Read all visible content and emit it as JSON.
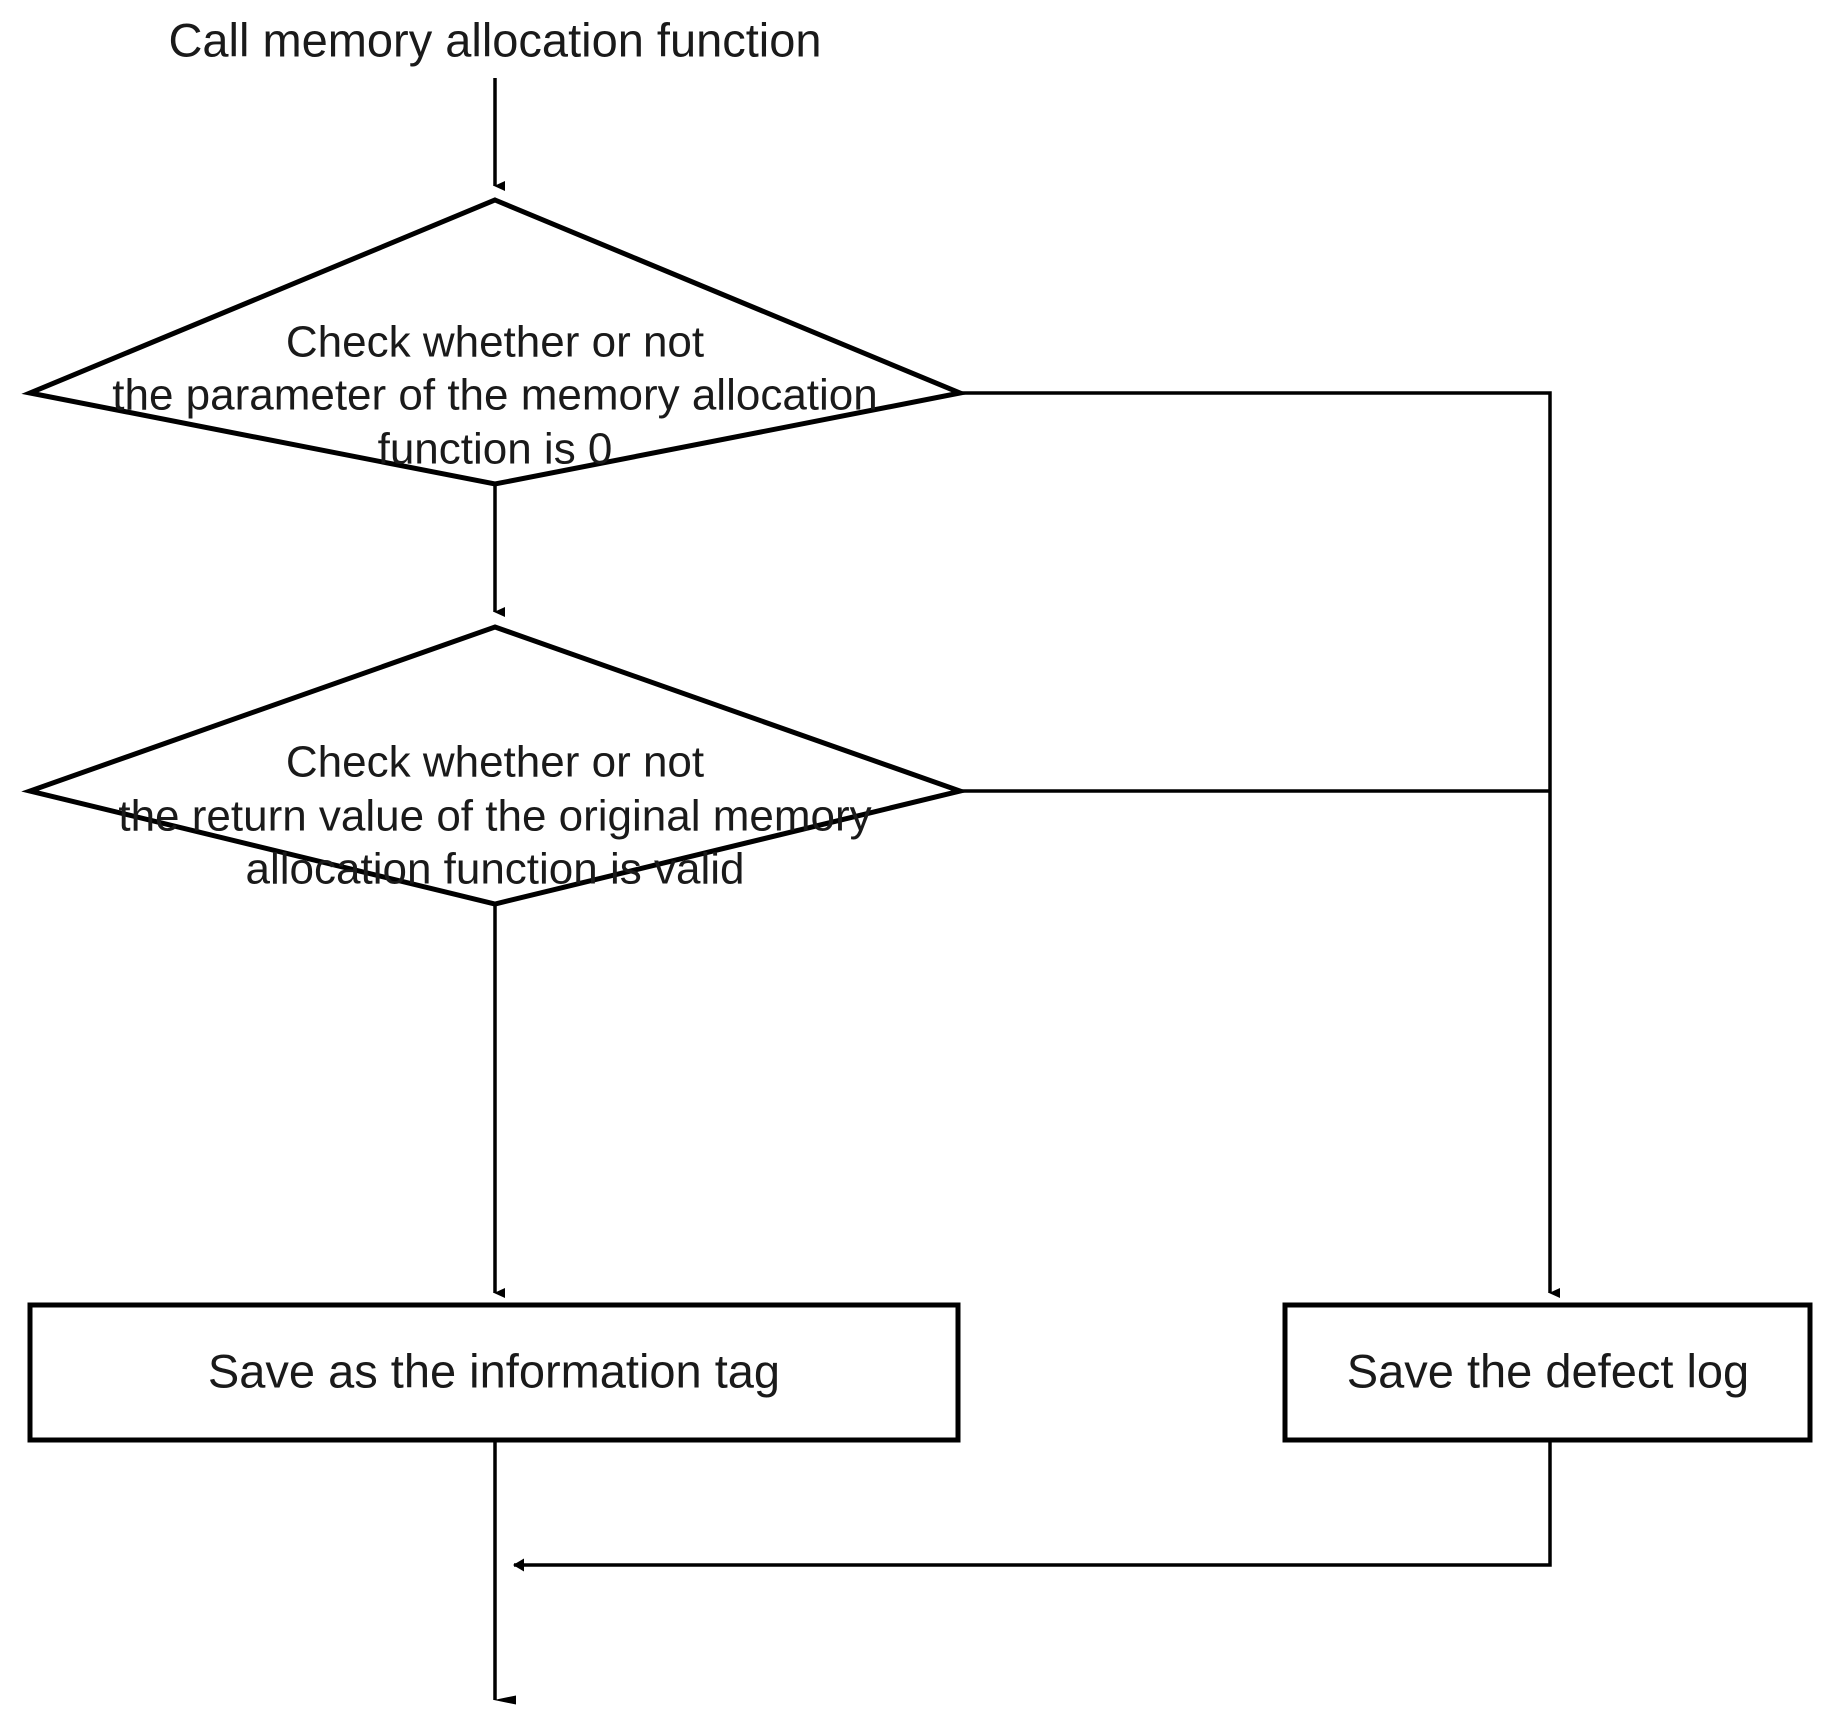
{
  "diagram": {
    "title": "Memory allocation check flowchart",
    "background_color": "#ffffff",
    "stroke_color": "#000000",
    "text_color": "#1a1a1a",
    "nodes": {
      "start": {
        "type": "label",
        "label": "Call memory allocation function"
      },
      "decision1": {
        "type": "decision",
        "line1": "Check whether or not",
        "line2": "the parameter of the memory allocation",
        "line3": "function is 0"
      },
      "decision2": {
        "type": "decision",
        "line1": "Check whether or not",
        "line2": "the return value of the original memory",
        "line3": "allocation function is valid"
      },
      "process_info": {
        "type": "process",
        "label": "Save as the information tag"
      },
      "process_defect": {
        "type": "process",
        "label": "Save the defect log"
      }
    },
    "edges": [
      {
        "name": "start-to-decision1",
        "from": "start",
        "to": "decision1",
        "label": ""
      },
      {
        "name": "decision1-to-decision2",
        "from": "decision1",
        "to": "decision2",
        "label": ""
      },
      {
        "name": "decision1-to-defect",
        "from": "decision1",
        "to": "process_defect",
        "label": ""
      },
      {
        "name": "decision2-to-info",
        "from": "decision2",
        "to": "process_info",
        "label": ""
      },
      {
        "name": "decision2-to-defect",
        "from": "decision2",
        "to": "process_defect",
        "label": ""
      },
      {
        "name": "info-to-exit",
        "from": "process_info",
        "to": "exit",
        "label": ""
      },
      {
        "name": "defect-to-exit",
        "from": "process_defect",
        "to": "exit",
        "label": ""
      }
    ]
  }
}
